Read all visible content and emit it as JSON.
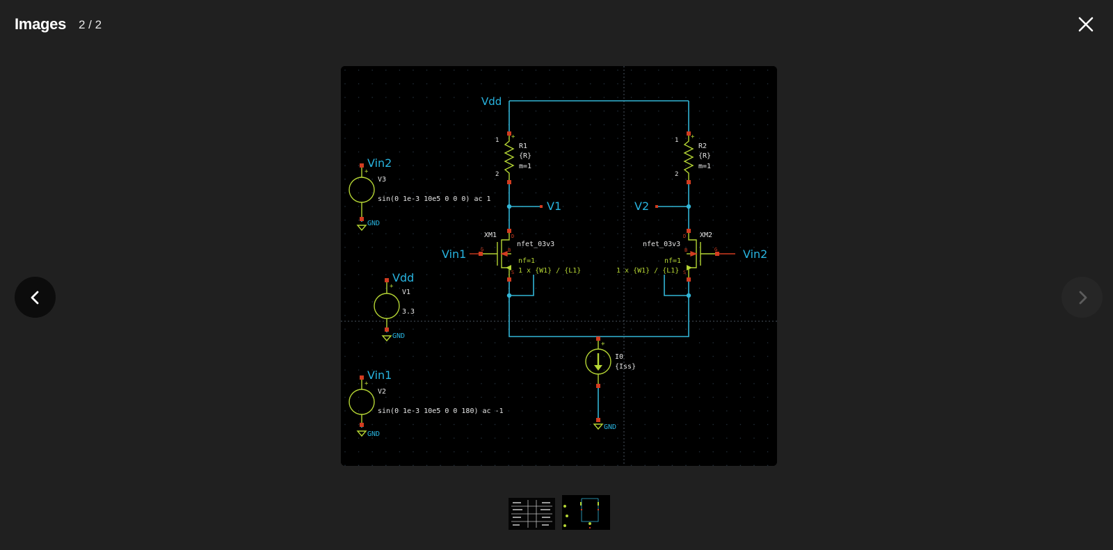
{
  "header": {
    "title": "Images",
    "counter": "2 / 2"
  },
  "controls": {
    "close_icon": "close-icon",
    "prev_icon": "chevron-left-icon",
    "next_icon": "chevron-right-icon"
  },
  "schematic": {
    "labels": {
      "vdd_top": "Vdd",
      "vin2_src": "Vin2",
      "v3": "V3",
      "v3_spec": "sin(0 1e-3 10e5 0 0 0) ac 1",
      "gnd": "GND",
      "vdd_src": "Vdd",
      "v1": "V1",
      "v1_value": "3.3",
      "vin1_src": "Vin1",
      "v2": "V2",
      "v2_spec": "sin(0 1e-3 10e5 0 0 180) ac -1",
      "r1": "R1",
      "r1_value": "{R}",
      "r1_m": "m=1",
      "r2": "R2",
      "r2_value": "{R}",
      "r2_m": "m=1",
      "pin1": "1",
      "pin2": "2",
      "net_v1": "V1",
      "net_v2": "V2",
      "xm1": "XM1",
      "xm1_model": "nfet_03v3",
      "xm1_nf": "nf=1",
      "xm1_size": "1 x {W1} / {L1}",
      "vin1_gate": "Vin1",
      "xm2": "XM2",
      "xm2_model": "nfet_03v3",
      "xm2_nf": "nf=1",
      "xm2_size": "1 x {W1} / {L1}",
      "vin2_gate": "Vin2",
      "i0": "I0",
      "i0_value": "{Iss}",
      "pin_d": "D",
      "pin_g": "G",
      "pin_s": "S",
      "pin_b": "B",
      "plus": "+"
    }
  },
  "colors": {
    "background": "#202020",
    "wire": "#33b5d6",
    "component": "#b5d534",
    "pin": "#d23c20",
    "label_cyan": "#28b4e0",
    "text_white": "#e6e6e6",
    "grid": "#1d2a36"
  }
}
